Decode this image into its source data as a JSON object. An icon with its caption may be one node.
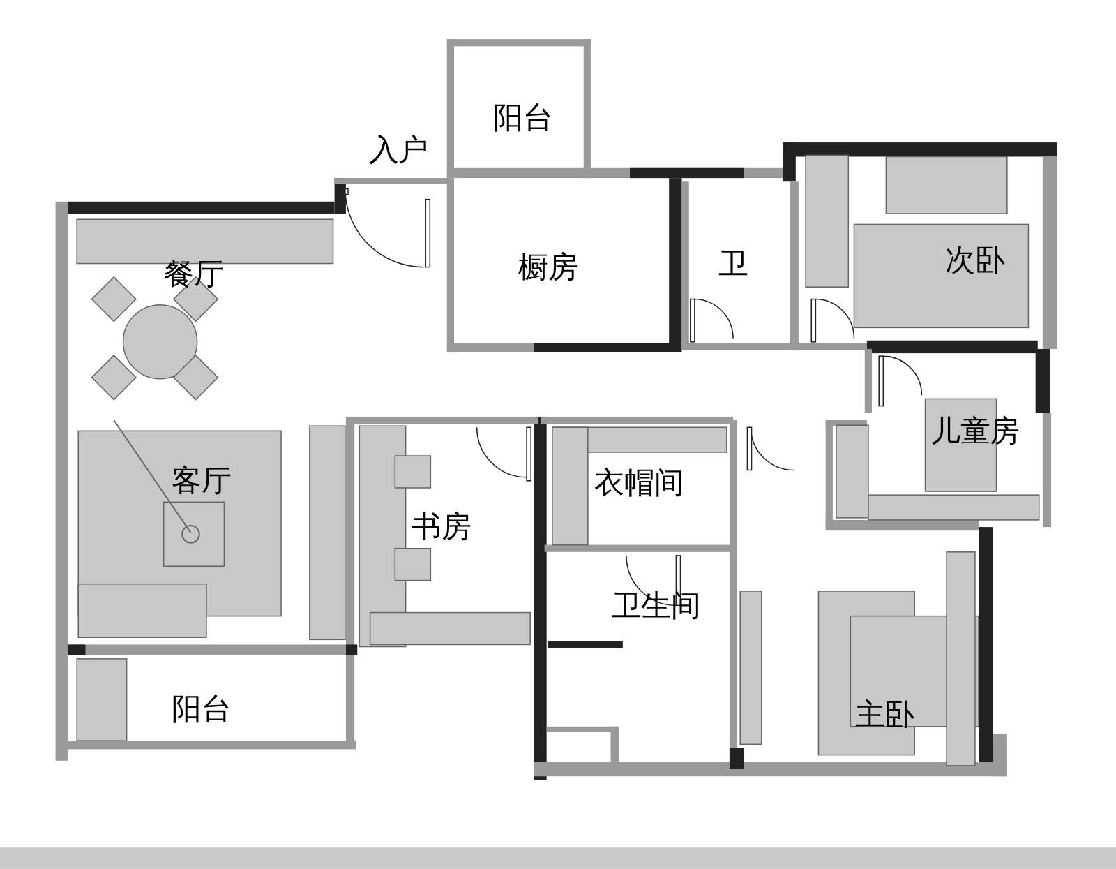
{
  "diagram": {
    "labels": [
      "阳台",
      "入户",
      "橱房",
      "卫",
      "次卧",
      "餐厅",
      "儿童房",
      "客厅",
      "衣帽间",
      "书房",
      "卫生间",
      "阳台",
      "主卧"
    ]
  }
}
